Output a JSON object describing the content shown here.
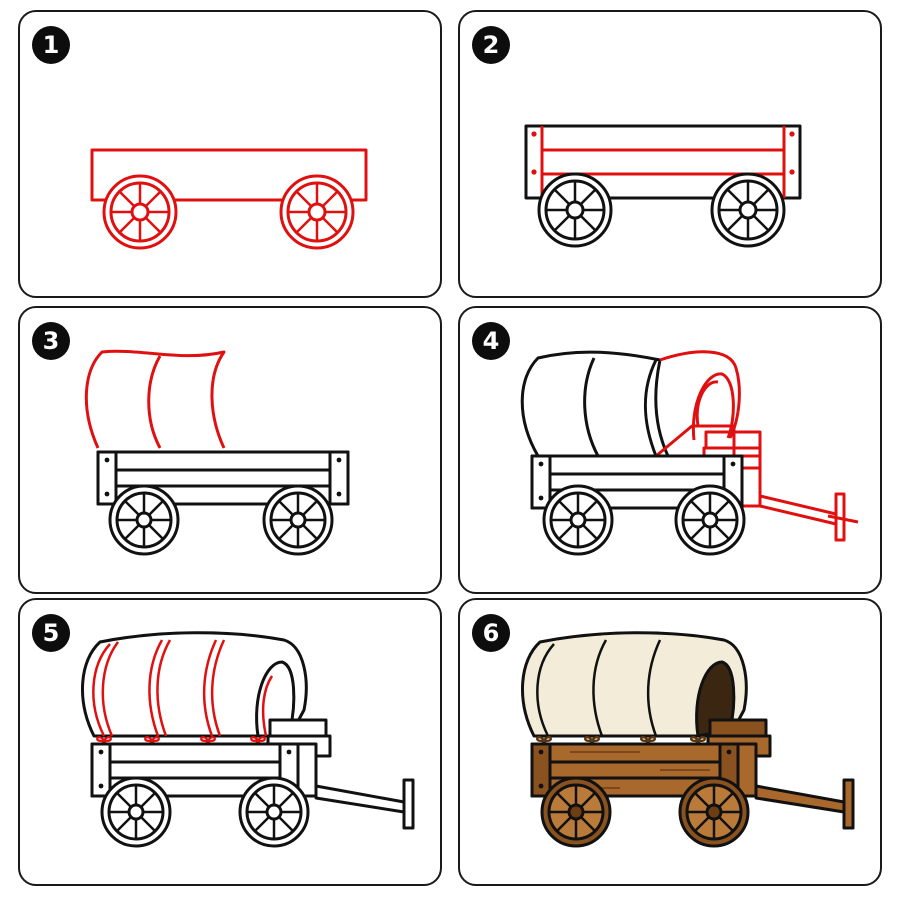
{
  "steps": [
    {
      "number": "1"
    },
    {
      "number": "2"
    },
    {
      "number": "3"
    },
    {
      "number": "4"
    },
    {
      "number": "5"
    },
    {
      "number": "6"
    }
  ],
  "colors": {
    "guide_line": "#e01010",
    "outline": "#111111",
    "canvas": "#f3ecd8",
    "wood": "#a9692c",
    "wood_dark": "#6e3d13",
    "panel_border": "#1a1a1a",
    "badge": "#0d0d0d"
  },
  "icons": [
    "wheel-icon",
    "bow-icon"
  ]
}
